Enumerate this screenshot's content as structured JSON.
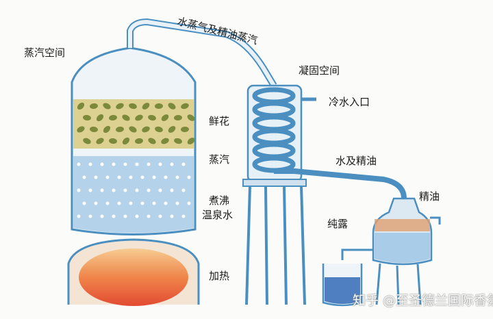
{
  "labels": {
    "steam_space": "蒸汽空间",
    "vapor": "水蒸气及精油蒸汽",
    "condense_space": "凝固空间",
    "cold_water_inlet": "冷水入口",
    "flowers": "鲜花",
    "steam": "蒸汽",
    "water_oil": "水及精油",
    "boiling": "煮沸",
    "spring_water": "温泉水",
    "essential_oil": "精油",
    "hydrosol": "纯露",
    "heating": "加热"
  },
  "watermark": "知乎 @至圣德兰国际香氛",
  "colors": {
    "glass": "#4a8fc0",
    "water": "#a9cde8",
    "flowers": "#d8c878",
    "fire": "#e8542a",
    "oil": "#e0a070"
  }
}
